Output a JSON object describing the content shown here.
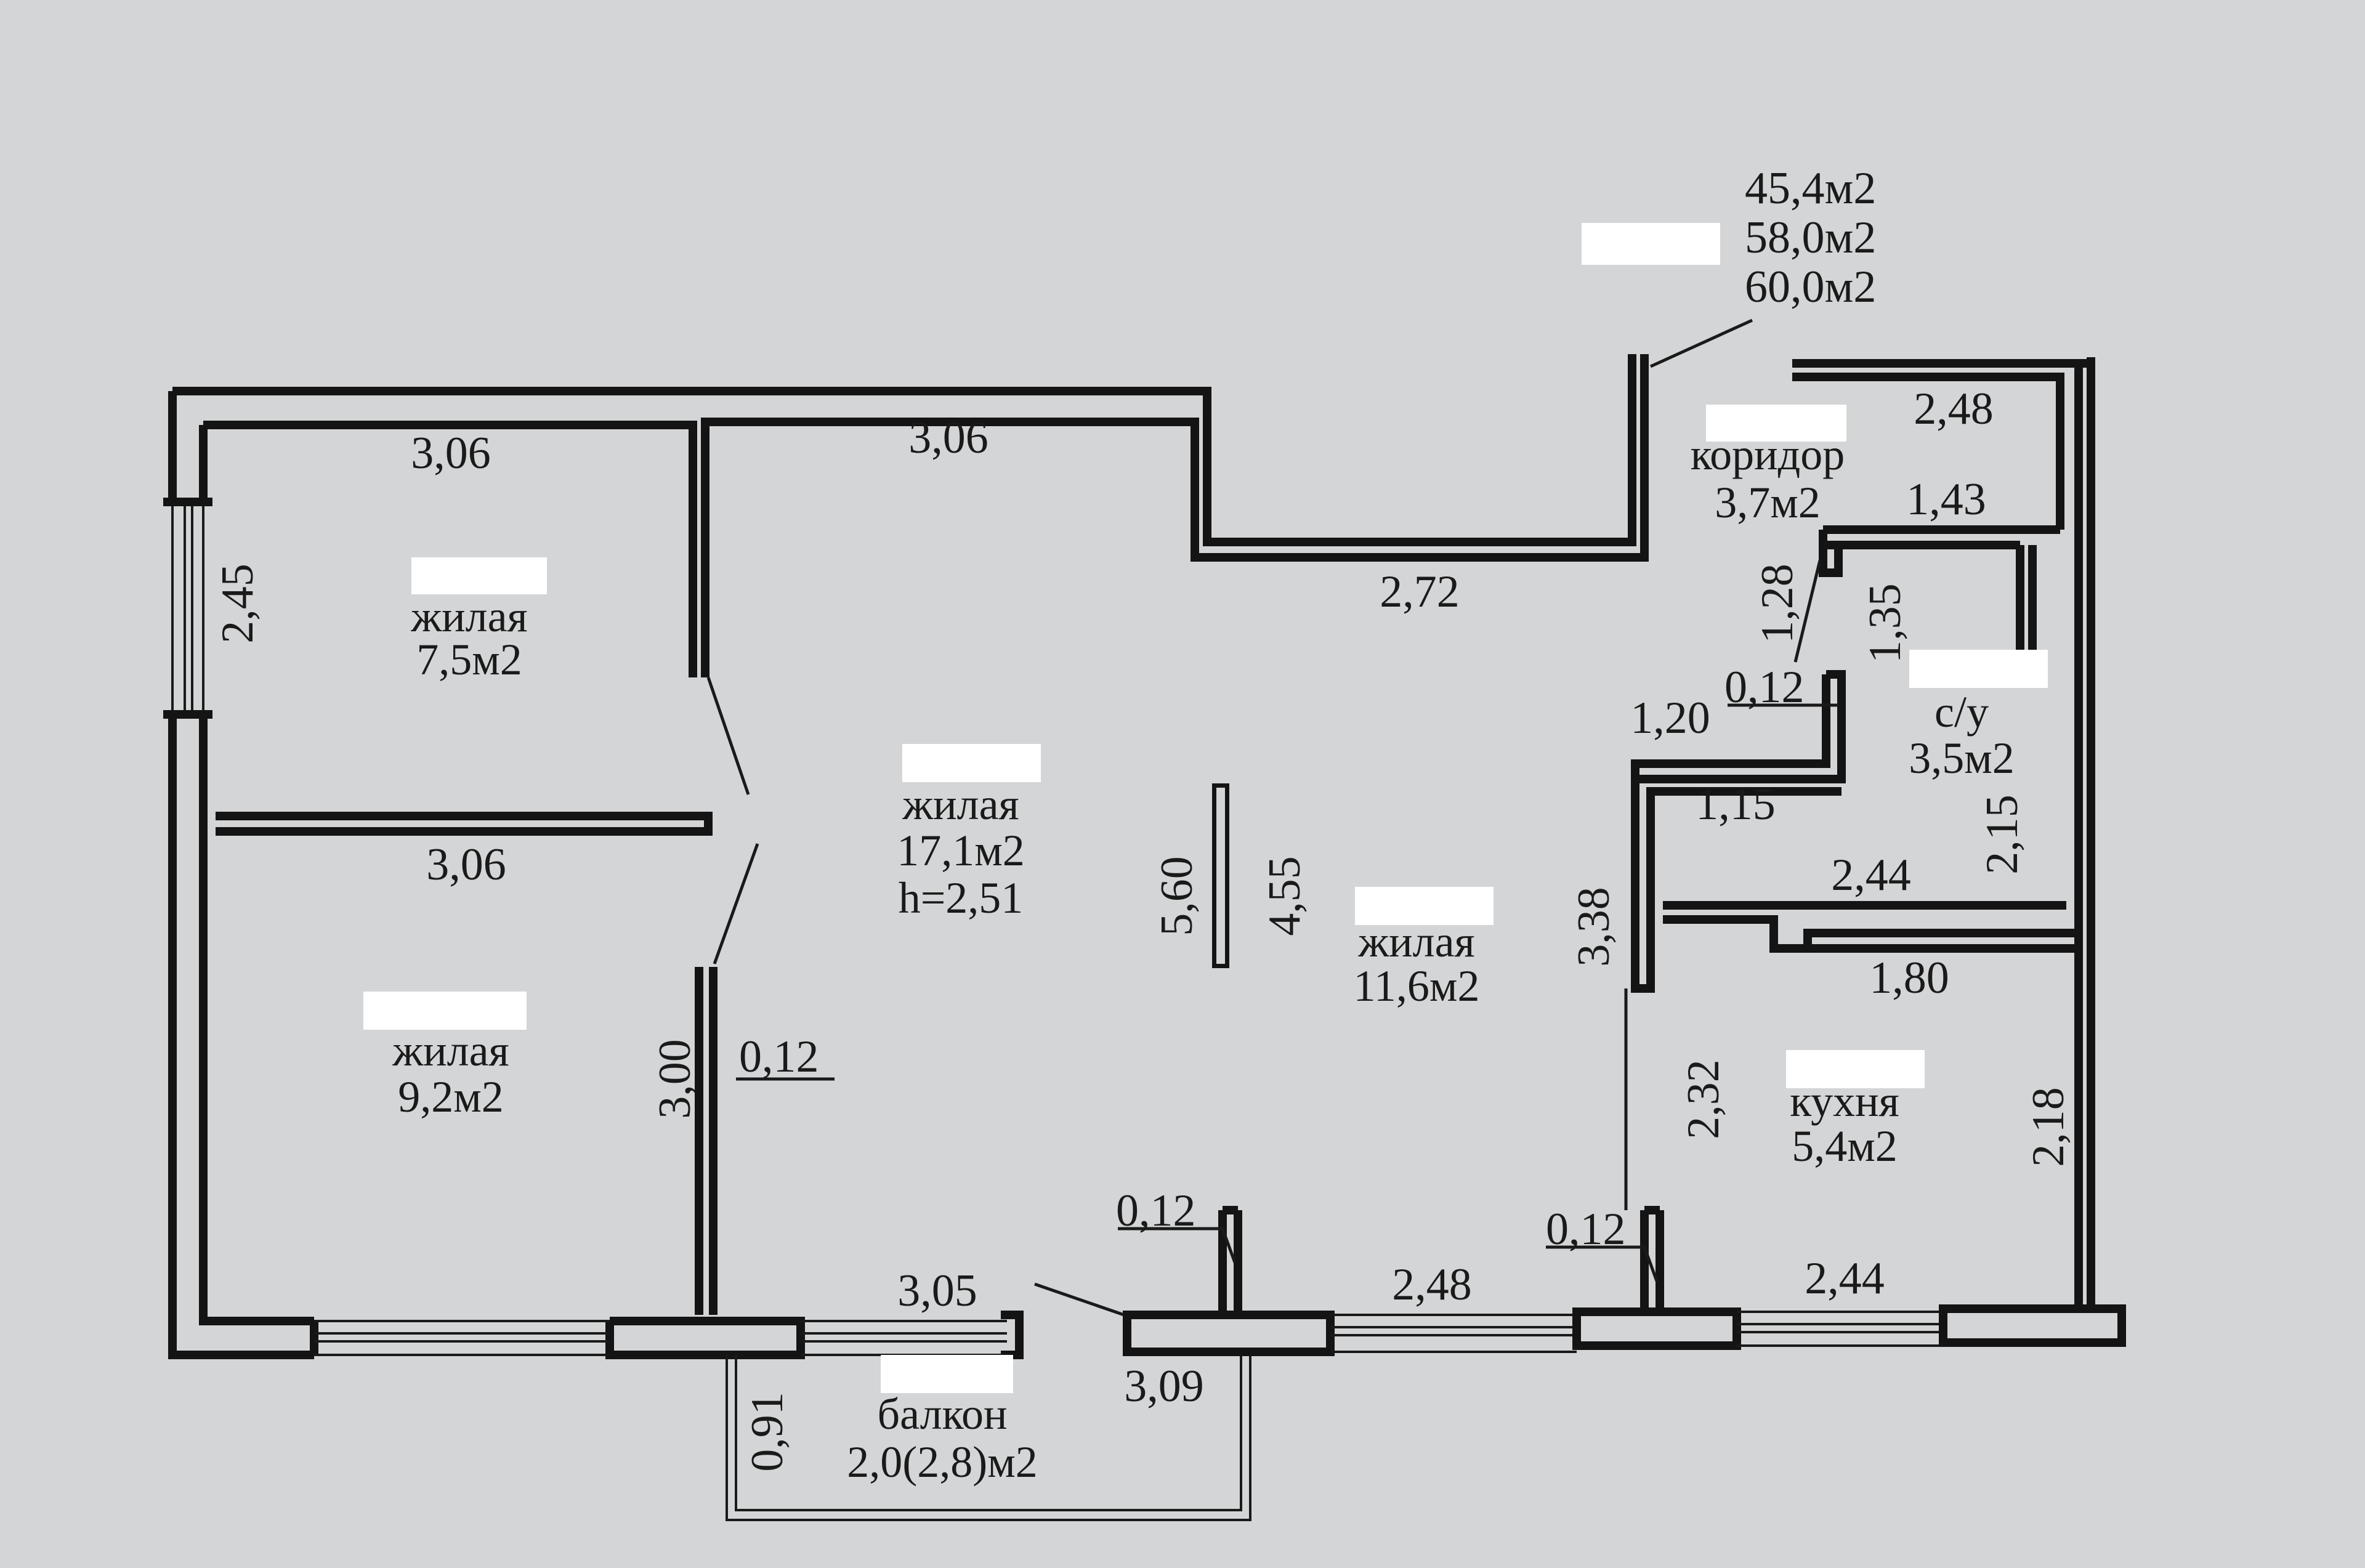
{
  "colors": {
    "paper": "#d4d5d6",
    "ink": "#141414",
    "redaction": "#ffffff"
  },
  "totals": {
    "living_area": "45,4м2",
    "total_area": "58,0м2",
    "total_with_balcony": "60,0м2"
  },
  "rooms": {
    "bedroom_top": {
      "type": "жилая",
      "area": "7,5м2"
    },
    "bedroom_bottom": {
      "type": "жилая",
      "area": "9,2м2"
    },
    "living_room": {
      "type": "жилая",
      "area": "17,1м2",
      "height": "h=2,51"
    },
    "living_right": {
      "type": "жилая",
      "area": "11,6м2"
    },
    "corridor": {
      "type": "коридор",
      "area": "3,7м2"
    },
    "bathroom": {
      "type": "с/у",
      "area": "3,5м2"
    },
    "kitchen": {
      "type": "кухня",
      "area": "5,4м2"
    },
    "balcony": {
      "type": "балкон",
      "area": "2,0(2,8)м2"
    }
  },
  "dimensions": {
    "top_bedroom_width": "3,06",
    "living_top_width": "3,06",
    "niche_width": "2,72",
    "corridor_top_width": "2,48",
    "bathroom_top_width": "1,43",
    "left_window_height": "2,45",
    "bedroom_divider_width": "3,06",
    "bedroom_bottom_wall": "3,00",
    "wall_thickness_living": "0,12",
    "wall_thickness_bottom_1": "0,12",
    "wall_thickness_bottom_2": "0,12",
    "wall_thickness_bath": "0,12",
    "living_bottom_width": "3,05",
    "balcony_width": "3,09",
    "balcony_depth": "0,91",
    "right_living_bottom_width": "2,48",
    "kitchen_bottom_width": "2,44",
    "column_outer": "5,60",
    "column_inner": "4,55",
    "corridor_left_height": "1,28",
    "bath_height": "1,35",
    "bath_step": "1,20",
    "bath_inner_width": "1,15",
    "bath_side_height": "2,15",
    "bath_bottom_width": "2,44",
    "kitchen_top_width": "1,80",
    "right_room_height": "3,38",
    "kitchen_left_height": "2,32",
    "kitchen_right_height": "2,18"
  }
}
